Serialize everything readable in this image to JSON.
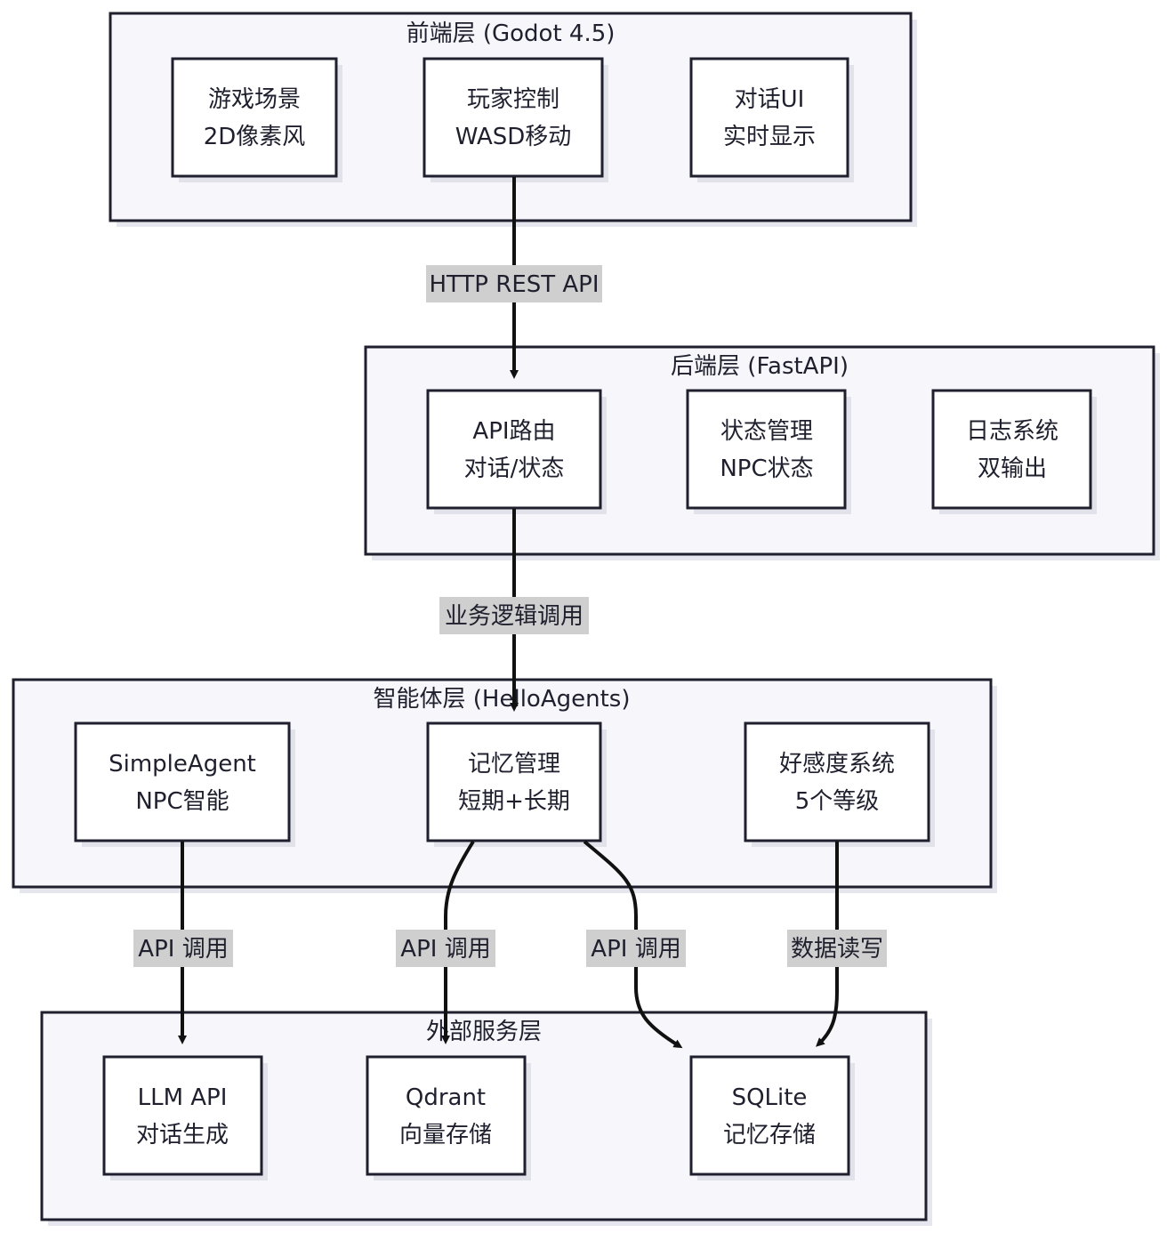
{
  "layers": {
    "frontend": {
      "title": "前端层 (Godot 4.5)"
    },
    "backend": {
      "title": "后端层 (FastAPI)"
    },
    "agent": {
      "title": "智能体层 (HelloAgents)"
    },
    "external": {
      "title": "外部服务层"
    }
  },
  "nodes": {
    "game_scene": {
      "line1": "游戏场景",
      "line2": "2D像素风"
    },
    "player_control": {
      "line1": "玩家控制",
      "line2": "WASD移动"
    },
    "dialog_ui": {
      "line1": "对话UI",
      "line2": "实时显示"
    },
    "api_router": {
      "line1": "API路由",
      "line2": "对话/状态"
    },
    "state_mgmt": {
      "line1": "状态管理",
      "line2": "NPC状态"
    },
    "log_system": {
      "line1": "日志系统",
      "line2": "双输出"
    },
    "simple_agent": {
      "line1": "SimpleAgent",
      "line2": "NPC智能"
    },
    "memory_mgmt": {
      "line1": "记忆管理",
      "line2": "短期+长期"
    },
    "affinity": {
      "line1": "好感度系统",
      "line2": "5个等级"
    },
    "llm_api": {
      "line1": "LLM API",
      "line2": "对话生成"
    },
    "qdrant": {
      "line1": "Qdrant",
      "line2": "向量存储"
    },
    "sqlite": {
      "line1": "SQLite",
      "line2": "记忆存储"
    }
  },
  "edges": {
    "frontend_backend": "HTTP REST API",
    "backend_agent": "业务逻辑调用",
    "agent_llm": "API 调用",
    "memory_qdrant": "API 调用",
    "memory_sqlite": "API 调用",
    "affinity_sqlite": "数据读写"
  }
}
